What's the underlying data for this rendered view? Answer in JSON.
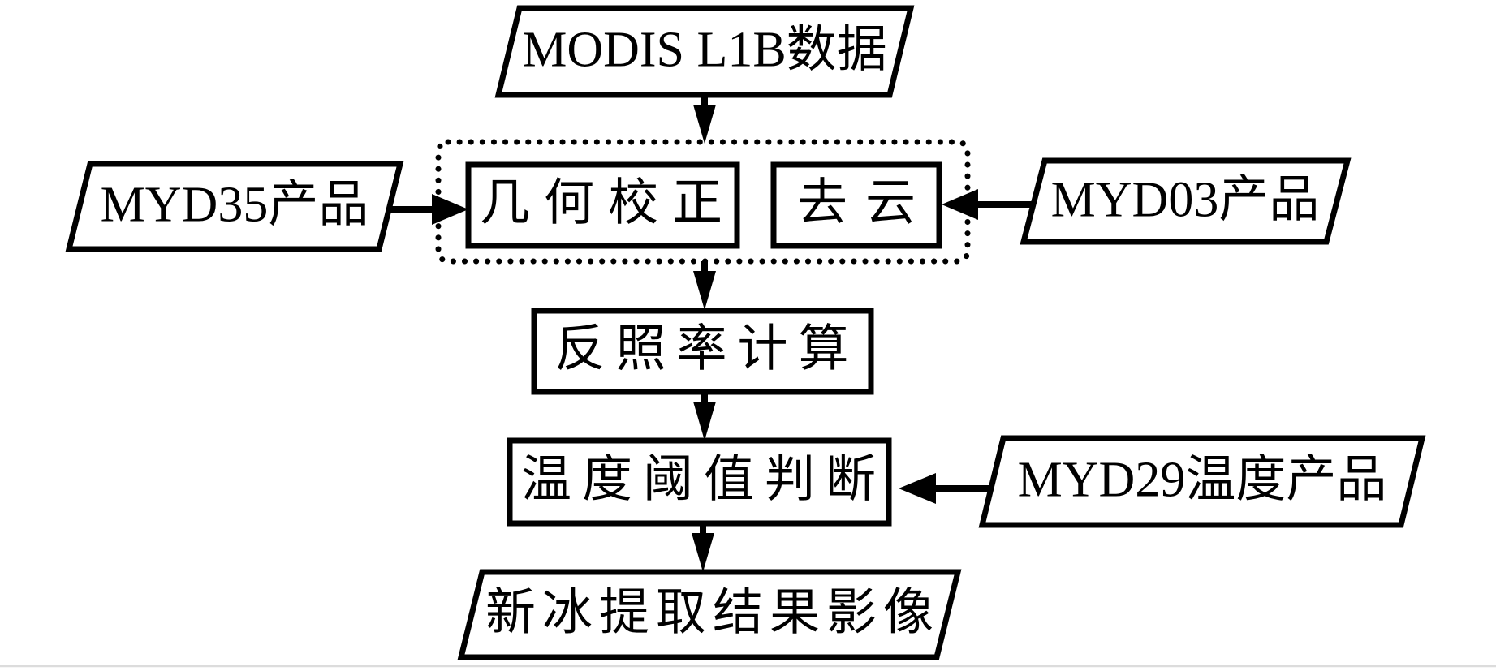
{
  "diagram": {
    "type": "flowchart",
    "language": "zh-CN",
    "colors": {
      "stroke": "#000000",
      "background": "#ffffff",
      "dotted_group_border": "#000000",
      "baseline_rule": "#dcdcdc"
    },
    "nodes": {
      "modis_l1b": {
        "label": "MODIS L1B数据",
        "shape": "parallelogram",
        "role": "input-data"
      },
      "geo_correction": {
        "label": "几何校正",
        "shape": "rectangle",
        "role": "process"
      },
      "cloud_removal": {
        "label": "去云",
        "shape": "rectangle",
        "role": "process"
      },
      "myd35": {
        "label": "MYD35产品",
        "shape": "parallelogram",
        "role": "input-data"
      },
      "myd03": {
        "label": "MYD03产品",
        "shape": "parallelogram",
        "role": "input-data"
      },
      "albedo": {
        "label": "反照率计算",
        "shape": "rectangle",
        "role": "process"
      },
      "temp_threshold": {
        "label": "温度阈值判断",
        "shape": "rectangle",
        "role": "process"
      },
      "myd29": {
        "label": "MYD29温度产品",
        "shape": "parallelogram",
        "role": "input-data"
      },
      "result": {
        "label": "新冰提取结果影像",
        "shape": "parallelogram",
        "role": "output-data"
      }
    },
    "groups": [
      {
        "id": "preprocess_group",
        "border": "dotted",
        "members": [
          "geo_correction",
          "cloud_removal"
        ]
      }
    ],
    "edges": [
      {
        "from": "modis_l1b",
        "to": "preprocess_group",
        "direction": "down"
      },
      {
        "from": "myd35",
        "to": "geo_correction",
        "direction": "right"
      },
      {
        "from": "myd03",
        "to": "cloud_removal",
        "direction": "left"
      },
      {
        "from": "preprocess_group",
        "to": "albedo",
        "direction": "down"
      },
      {
        "from": "albedo",
        "to": "temp_threshold",
        "direction": "down"
      },
      {
        "from": "myd29",
        "to": "temp_threshold",
        "direction": "left"
      },
      {
        "from": "temp_threshold",
        "to": "result",
        "direction": "down"
      }
    ]
  }
}
